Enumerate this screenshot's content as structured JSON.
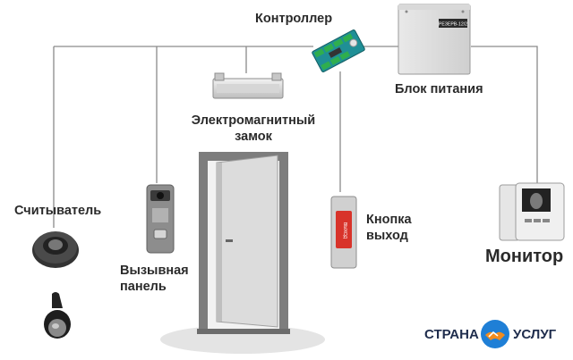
{
  "labels": {
    "controller": "Контроллер",
    "power_supply": "Блок питания",
    "magnetic_lock_line1": "Электромагнитный",
    "magnetic_lock_line2": "замок",
    "reader": "Считыватель",
    "call_panel_line1": "Вызывная",
    "call_panel_line2": "панель",
    "exit_button_line1": "Кнопка",
    "exit_button_line2": "выход",
    "monitor": "Монитор"
  },
  "device_markings": {
    "power_supply_plate": "РЕЗЕРВ-12/2",
    "exit_button_text": "ВЫХОД"
  },
  "logo": {
    "left": "СТРАНА",
    "right": "УСЛУГ"
  },
  "colors": {
    "wire": "#8a8a8a",
    "label": "#2a2a2a",
    "controller_board": "#1f8f96",
    "terminal_green": "#2fae4e",
    "exit_button_red": "#d8332a",
    "logo_blue": "#1f2d4d",
    "logo_orange": "#f28c1e"
  }
}
